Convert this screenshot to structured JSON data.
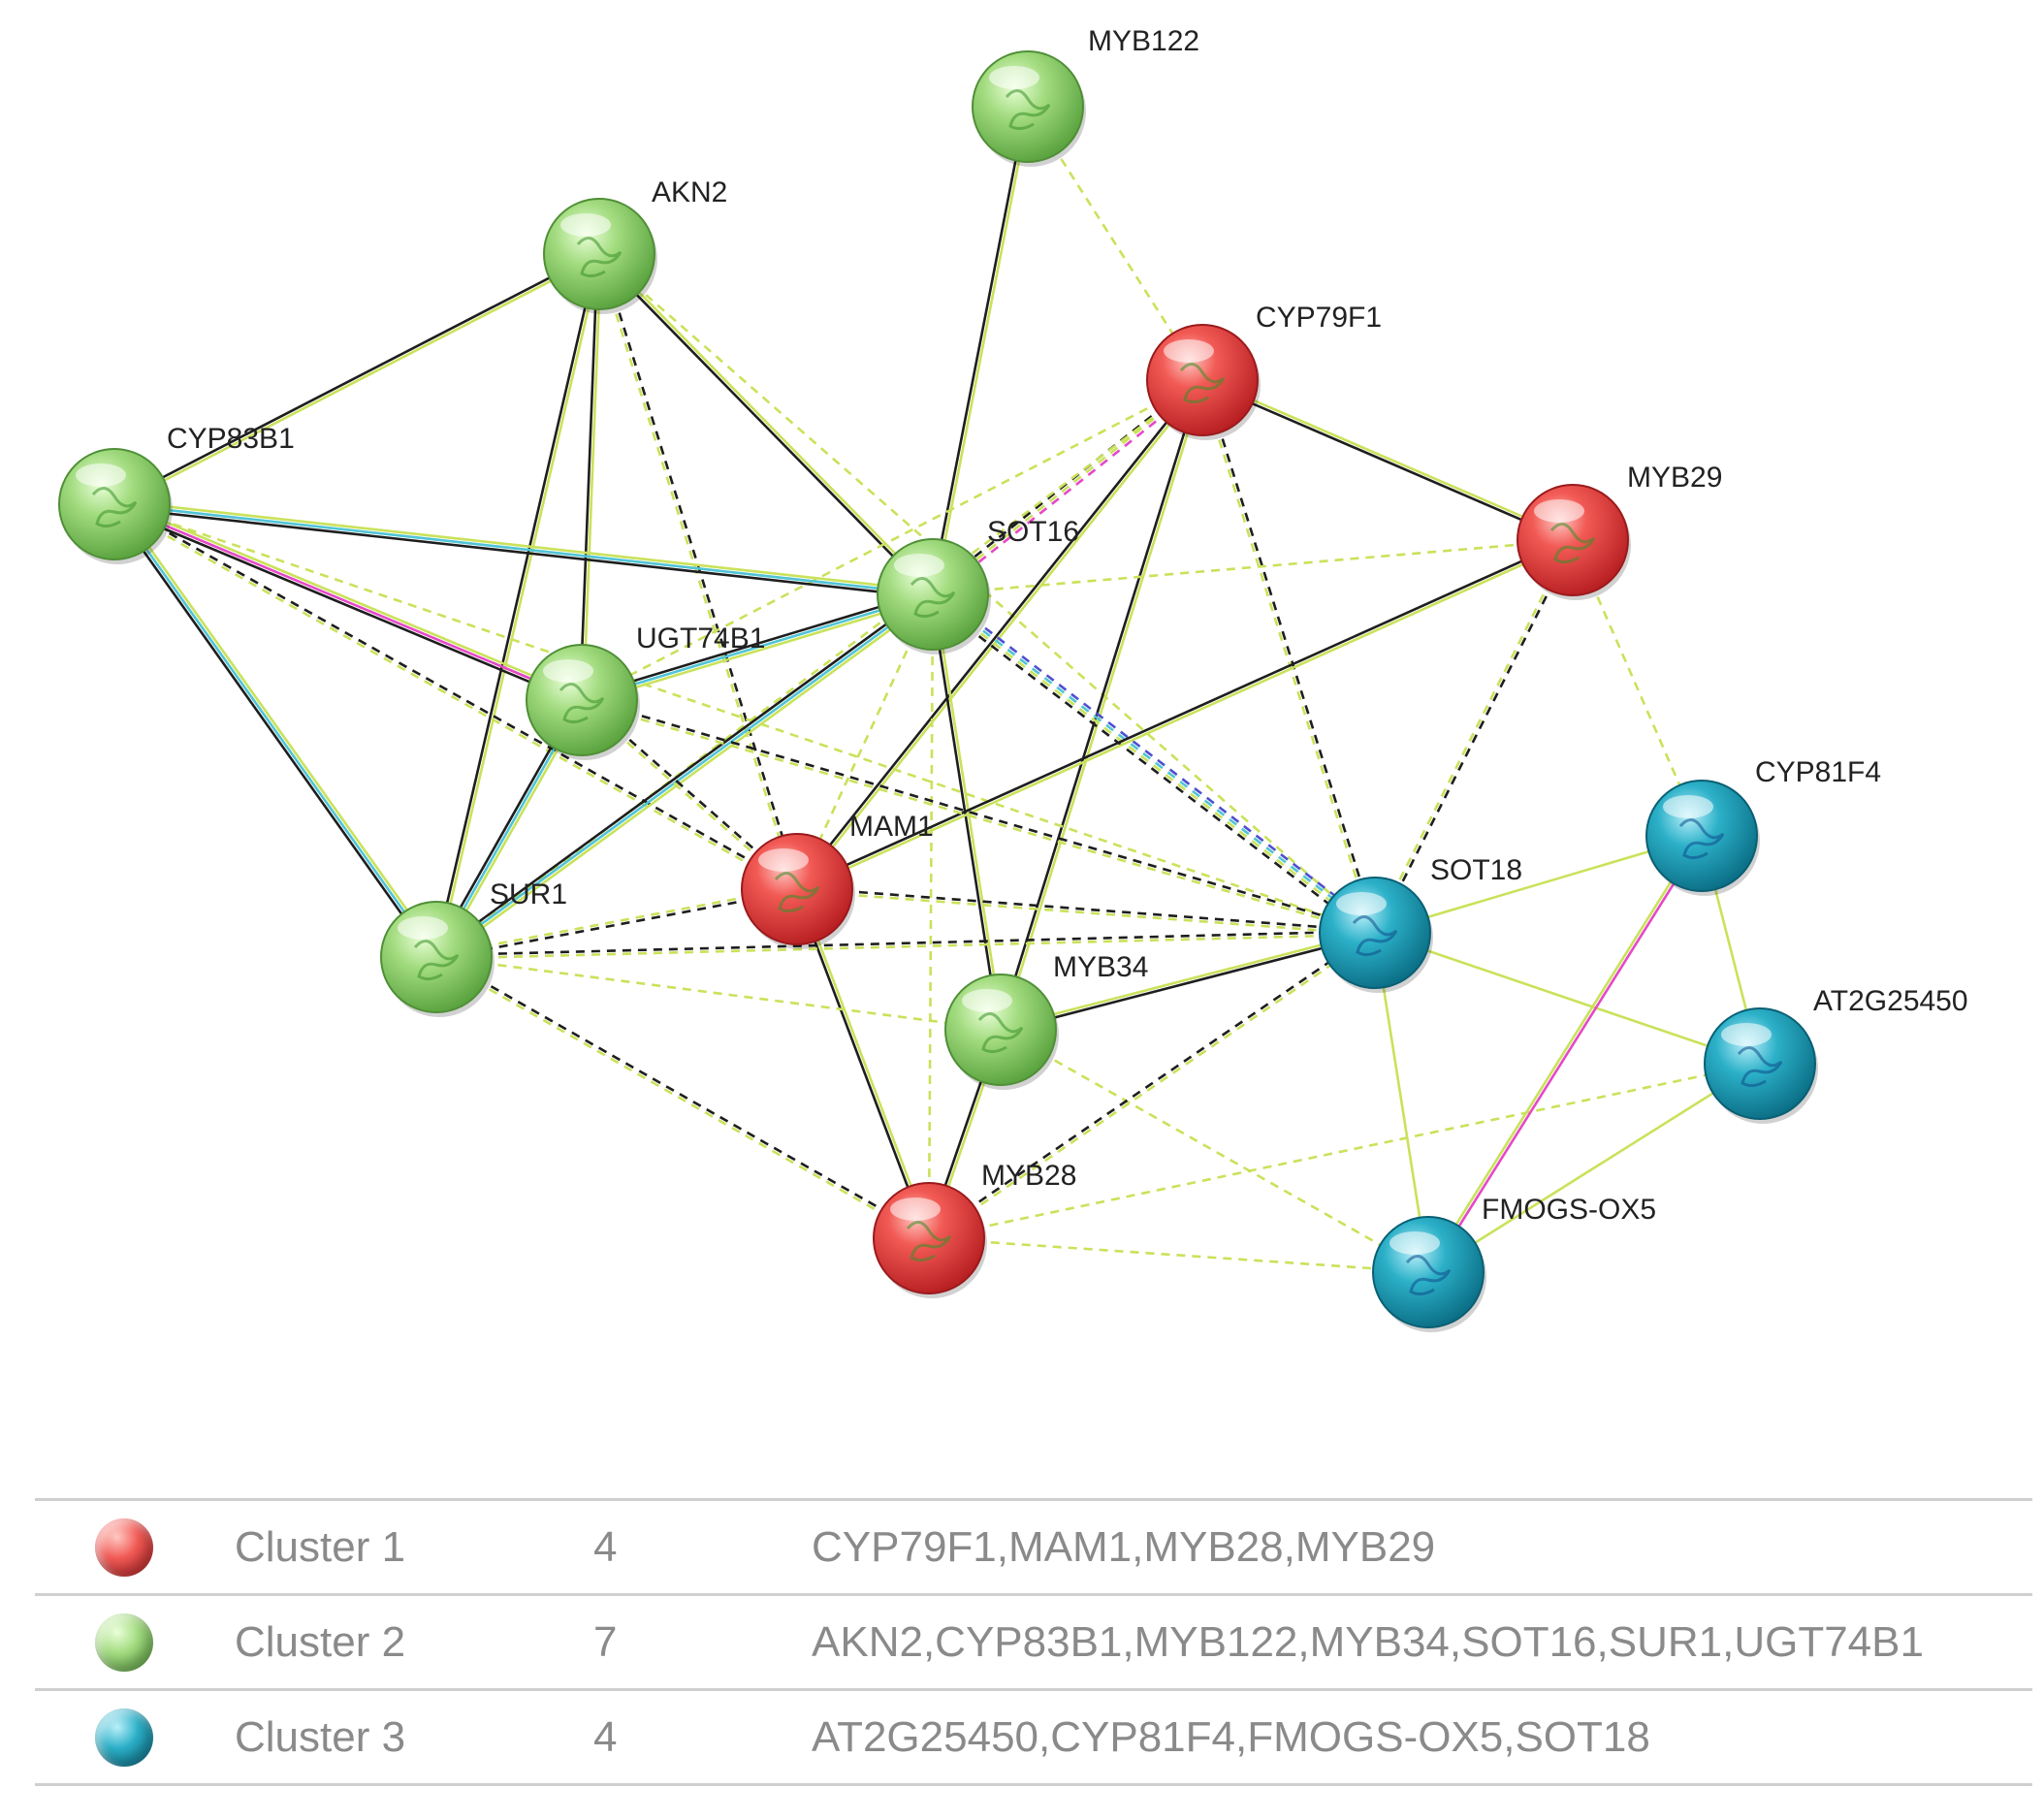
{
  "colors": {
    "cluster1": "#e8403f",
    "cluster2": "#8fd16a",
    "cluster3": "#1f9fb8",
    "edge_text_mining": "#c9e25a",
    "edge_coexpression": "#1e1e1e",
    "edge_database": "#4fc4d6",
    "edge_experiment": "#e548c7",
    "edge_homology": "#4f4fd0"
  },
  "nodes": [
    {
      "id": "MYB122",
      "label": "MYB122",
      "cluster": 2
    },
    {
      "id": "AKN2",
      "label": "AKN2",
      "cluster": 2
    },
    {
      "id": "CYP79F1",
      "label": "CYP79F1",
      "cluster": 1
    },
    {
      "id": "CYP83B1",
      "label": "CYP83B1",
      "cluster": 2
    },
    {
      "id": "SOT16",
      "label": "SOT16",
      "cluster": 2
    },
    {
      "id": "MYB29",
      "label": "MYB29",
      "cluster": 1
    },
    {
      "id": "UGT74B1",
      "label": "UGT74B1",
      "cluster": 2
    },
    {
      "id": "MAM1",
      "label": "MAM1",
      "cluster": 1
    },
    {
      "id": "SUR1",
      "label": "SUR1",
      "cluster": 2
    },
    {
      "id": "SOT18",
      "label": "SOT18",
      "cluster": 3
    },
    {
      "id": "CYP81F4",
      "label": "CYP81F4",
      "cluster": 3
    },
    {
      "id": "MYB34",
      "label": "MYB34",
      "cluster": 2
    },
    {
      "id": "AT2G25450",
      "label": "AT2G25450",
      "cluster": 3
    },
    {
      "id": "MYB28",
      "label": "MYB28",
      "cluster": 1
    },
    {
      "id": "FMOGS-OX5",
      "label": "FMOGS-OX5",
      "cluster": 3
    }
  ],
  "edges": [
    {
      "source": "MYB122",
      "target": "SOT16",
      "style": "solid",
      "colors": [
        "edge_text_mining",
        "edge_coexpression"
      ]
    },
    {
      "source": "MYB122",
      "target": "CYP79F1",
      "style": "dashed",
      "colors": [
        "edge_text_mining"
      ]
    },
    {
      "source": "AKN2",
      "target": "CYP83B1",
      "style": "solid",
      "colors": [
        "edge_text_mining",
        "edge_coexpression"
      ]
    },
    {
      "source": "AKN2",
      "target": "SOT16",
      "style": "solid",
      "colors": [
        "edge_text_mining",
        "edge_coexpression"
      ]
    },
    {
      "source": "AKN2",
      "target": "UGT74B1",
      "style": "solid",
      "colors": [
        "edge_text_mining",
        "edge_coexpression"
      ]
    },
    {
      "source": "AKN2",
      "target": "SUR1",
      "style": "solid",
      "colors": [
        "edge_text_mining",
        "edge_coexpression"
      ]
    },
    {
      "source": "AKN2",
      "target": "MAM1",
      "style": "dashed",
      "colors": [
        "edge_coexpression",
        "edge_text_mining"
      ]
    },
    {
      "source": "AKN2",
      "target": "SOT18",
      "style": "dashed",
      "colors": [
        "edge_text_mining"
      ]
    },
    {
      "source": "CYP79F1",
      "target": "MYB29",
      "style": "solid",
      "colors": [
        "edge_text_mining",
        "edge_coexpression"
      ]
    },
    {
      "source": "CYP79F1",
      "target": "MAM1",
      "style": "solid",
      "colors": [
        "edge_text_mining",
        "edge_coexpression"
      ]
    },
    {
      "source": "CYP79F1",
      "target": "MYB34",
      "style": "solid",
      "colors": [
        "edge_text_mining",
        "edge_coexpression"
      ]
    },
    {
      "source": "CYP79F1",
      "target": "SOT16",
      "style": "dashed",
      "colors": [
        "edge_experiment",
        "edge_text_mining",
        "edge_coexpression"
      ]
    },
    {
      "source": "CYP79F1",
      "target": "SOT18",
      "style": "dashed",
      "colors": [
        "edge_coexpression",
        "edge_text_mining"
      ]
    },
    {
      "source": "CYP79F1",
      "target": "SUR1",
      "style": "dashed",
      "colors": [
        "edge_text_mining"
      ]
    },
    {
      "source": "CYP79F1",
      "target": "UGT74B1",
      "style": "dashed",
      "colors": [
        "edge_text_mining"
      ]
    },
    {
      "source": "CYP83B1",
      "target": "SOT16",
      "style": "solid",
      "colors": [
        "edge_text_mining",
        "edge_database",
        "edge_coexpression"
      ]
    },
    {
      "source": "CYP83B1",
      "target": "UGT74B1",
      "style": "solid",
      "colors": [
        "edge_text_mining",
        "edge_experiment",
        "edge_coexpression"
      ]
    },
    {
      "source": "CYP83B1",
      "target": "SUR1",
      "style": "solid",
      "colors": [
        "edge_text_mining",
        "edge_database",
        "edge_coexpression"
      ]
    },
    {
      "source": "CYP83B1",
      "target": "MAM1",
      "style": "dashed",
      "colors": [
        "edge_coexpression",
        "edge_text_mining"
      ]
    },
    {
      "source": "CYP83B1",
      "target": "SOT18",
      "style": "dashed",
      "colors": [
        "edge_text_mining"
      ]
    },
    {
      "source": "SOT16",
      "target": "UGT74B1",
      "style": "solid",
      "colors": [
        "edge_text_mining",
        "edge_database",
        "edge_coexpression"
      ]
    },
    {
      "source": "SOT16",
      "target": "SUR1",
      "style": "solid",
      "colors": [
        "edge_text_mining",
        "edge_database",
        "edge_coexpression"
      ]
    },
    {
      "source": "SOT16",
      "target": "MYB34",
      "style": "solid",
      "colors": [
        "edge_text_mining",
        "edge_coexpression"
      ]
    },
    {
      "source": "SOT16",
      "target": "SOT18",
      "style": "dashed",
      "colors": [
        "edge_homology",
        "edge_database",
        "edge_text_mining",
        "edge_coexpression"
      ]
    },
    {
      "source": "SOT16",
      "target": "MYB29",
      "style": "dashed",
      "colors": [
        "edge_text_mining"
      ]
    },
    {
      "source": "SOT16",
      "target": "MAM1",
      "style": "dashed",
      "colors": [
        "edge_text_mining"
      ]
    },
    {
      "source": "SOT16",
      "target": "MYB28",
      "style": "dashed",
      "colors": [
        "edge_text_mining"
      ]
    },
    {
      "source": "MYB29",
      "target": "MAM1",
      "style": "solid",
      "colors": [
        "edge_text_mining",
        "edge_coexpression"
      ]
    },
    {
      "source": "MYB29",
      "target": "SOT18",
      "style": "dashed",
      "colors": [
        "edge_coexpression",
        "edge_text_mining"
      ]
    },
    {
      "source": "MYB29",
      "target": "CYP81F4",
      "style": "dashed",
      "colors": [
        "edge_text_mining"
      ]
    },
    {
      "source": "UGT74B1",
      "target": "SUR1",
      "style": "solid",
      "colors": [
        "edge_text_mining",
        "edge_database",
        "edge_coexpression"
      ]
    },
    {
      "source": "UGT74B1",
      "target": "MAM1",
      "style": "dashed",
      "colors": [
        "edge_coexpression",
        "edge_text_mining"
      ]
    },
    {
      "source": "UGT74B1",
      "target": "SOT18",
      "style": "dashed",
      "colors": [
        "edge_coexpression",
        "edge_text_mining"
      ]
    },
    {
      "source": "MAM1",
      "target": "MYB28",
      "style": "solid",
      "colors": [
        "edge_text_mining",
        "edge_coexpression"
      ]
    },
    {
      "source": "MAM1",
      "target": "SUR1",
      "style": "dashed",
      "colors": [
        "edge_coexpression",
        "edge_text_mining"
      ]
    },
    {
      "source": "MAM1",
      "target": "SOT18",
      "style": "dashed",
      "colors": [
        "edge_coexpression",
        "edge_text_mining"
      ]
    },
    {
      "source": "SUR1",
      "target": "SOT18",
      "style": "dashed",
      "colors": [
        "edge_coexpression",
        "edge_text_mining"
      ]
    },
    {
      "source": "SUR1",
      "target": "MYB28",
      "style": "dashed",
      "colors": [
        "edge_coexpression",
        "edge_text_mining"
      ]
    },
    {
      "source": "SUR1",
      "target": "MYB34",
      "style": "dashed",
      "colors": [
        "edge_text_mining"
      ]
    },
    {
      "source": "MYB34",
      "target": "MYB28",
      "style": "solid",
      "colors": [
        "edge_text_mining",
        "edge_coexpression"
      ]
    },
    {
      "source": "MYB34",
      "target": "SOT18",
      "style": "solid",
      "colors": [
        "edge_text_mining",
        "edge_coexpression"
      ]
    },
    {
      "source": "MYB34",
      "target": "FMOGS-OX5",
      "style": "dashed",
      "colors": [
        "edge_text_mining"
      ]
    },
    {
      "source": "MYB28",
      "target": "SOT18",
      "style": "dashed",
      "colors": [
        "edge_coexpression",
        "edge_text_mining"
      ]
    },
    {
      "source": "MYB28",
      "target": "FMOGS-OX5",
      "style": "dashed",
      "colors": [
        "edge_text_mining"
      ]
    },
    {
      "source": "MYB28",
      "target": "AT2G25450",
      "style": "dashed",
      "colors": [
        "edge_text_mining"
      ]
    },
    {
      "source": "SOT18",
      "target": "CYP81F4",
      "style": "solid",
      "colors": [
        "edge_text_mining"
      ]
    },
    {
      "source": "SOT18",
      "target": "AT2G25450",
      "style": "solid",
      "colors": [
        "edge_text_mining"
      ]
    },
    {
      "source": "SOT18",
      "target": "FMOGS-OX5",
      "style": "solid",
      "colors": [
        "edge_text_mining"
      ]
    },
    {
      "source": "CYP81F4",
      "target": "AT2G25450",
      "style": "solid",
      "colors": [
        "edge_text_mining"
      ]
    },
    {
      "source": "CYP81F4",
      "target": "FMOGS-OX5",
      "style": "solid",
      "colors": [
        "edge_experiment",
        "edge_text_mining"
      ]
    },
    {
      "source": "AT2G25450",
      "target": "FMOGS-OX5",
      "style": "solid",
      "colors": [
        "edge_text_mining"
      ]
    }
  ],
  "legend": [
    {
      "name": "Cluster 1",
      "count": "4",
      "members": "CYP79F1,MAM1,MYB28,MYB29",
      "color": "#e8403f"
    },
    {
      "name": "Cluster 2",
      "count": "7",
      "members": "AKN2,CYP83B1,MYB122,MYB34,SOT16,SUR1,UGT74B1",
      "color": "#8fd16a"
    },
    {
      "name": "Cluster 3",
      "count": "4",
      "members": "AT2G25450,CYP81F4,FMOGS-OX5,SOT18",
      "color": "#1f9fb8"
    }
  ]
}
